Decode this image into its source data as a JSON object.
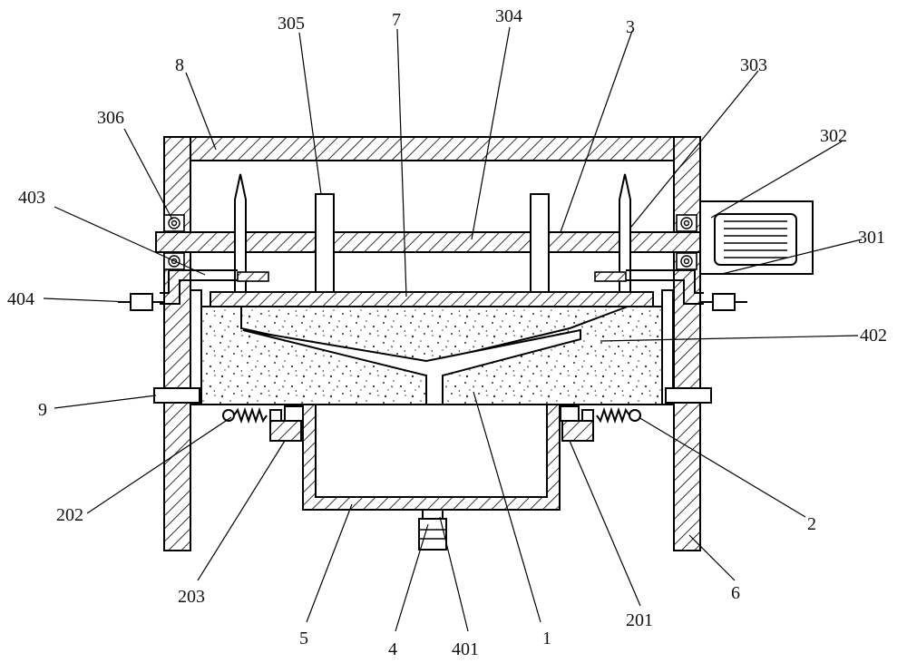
{
  "labels": {
    "l1": "1",
    "l2": "2",
    "l3": "3",
    "l4": "4",
    "l5": "5",
    "l6": "6",
    "l7": "7",
    "l8": "8",
    "l9": "9",
    "l201": "201",
    "l202": "202",
    "l203": "203",
    "l301": "301",
    "l302": "302",
    "l303": "303",
    "l304": "304",
    "l305": "305",
    "l306": "306",
    "l401": "401",
    "l402": "402",
    "l403": "403",
    "l404": "404"
  },
  "colors": {
    "line": "#000000",
    "background": "#ffffff",
    "speckle": "#333333"
  }
}
